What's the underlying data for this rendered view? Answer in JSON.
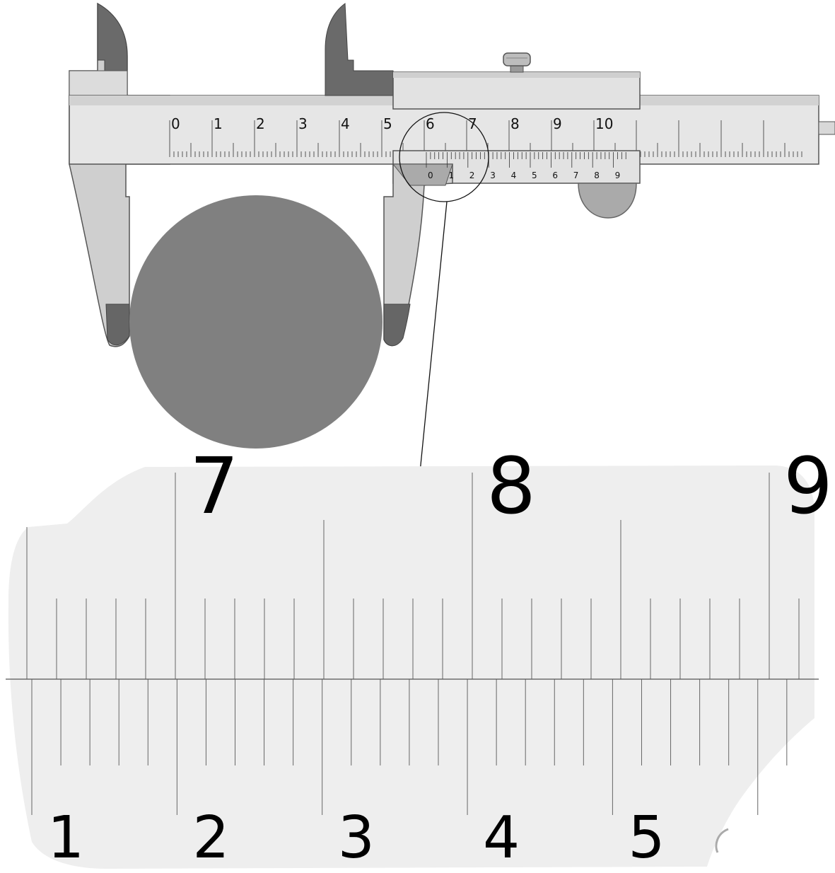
{
  "main_scale": {
    "labels": [
      "0",
      "1",
      "2",
      "3",
      "4",
      "5",
      "6",
      "7",
      "8",
      "9",
      "10"
    ]
  },
  "vernier_scale": {
    "labels": [
      "0",
      "1",
      "2",
      "3",
      "4",
      "5",
      "6",
      "7",
      "8",
      "9"
    ]
  },
  "zoom": {
    "main_labels": [
      "7",
      "8",
      "9"
    ],
    "vernier_labels": [
      "1",
      "2",
      "3",
      "4",
      "5"
    ]
  },
  "colors": {
    "metal_light": "#e8e8e8",
    "metal_mid": "#cccccc",
    "metal_dark": "#6a6a6a",
    "object": "#808080",
    "zoom_bg": "#eeeeee"
  }
}
